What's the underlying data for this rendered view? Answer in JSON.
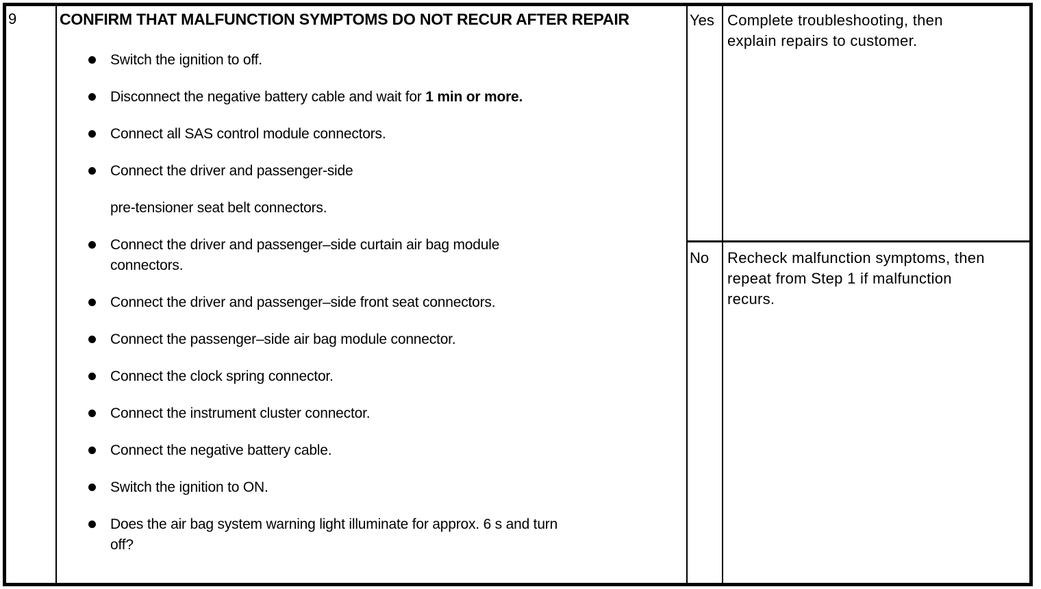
{
  "table": {
    "step_number": "9",
    "procedure": {
      "title": "CONFIRM THAT MALFUNCTION SYMPTOMS DO NOT RECUR AFTER REPAIR",
      "bullets": [
        {
          "text": "Switch the ignition to off."
        },
        {
          "text": "Disconnect the negative battery cable and wait for ",
          "bold": "1 min or more."
        },
        {
          "text": "Connect all SAS control module connectors."
        },
        {
          "text": "Connect the driver and passenger-side"
        },
        {
          "text": "pre-tensioner seat belt connectors.",
          "continuation": true
        },
        {
          "text": "Connect the driver and passenger–side curtain air bag module\nconnectors."
        },
        {
          "text": "Connect the driver and passenger–side front seat connectors."
        },
        {
          "text": "Connect the passenger–side air bag module connector."
        },
        {
          "text": "Connect the clock spring connector."
        },
        {
          "text": "Connect the instrument cluster connector."
        },
        {
          "text": "Connect the negative battery cable."
        },
        {
          "text": "Switch the ignition to ON."
        },
        {
          "text": "Does the air bag system warning light illuminate for approx. 6 s and turn\noff?"
        }
      ]
    },
    "results": [
      {
        "answer": "Yes",
        "action": "Complete troubleshooting, then\nexplain repairs to customer."
      },
      {
        "answer": "No",
        "action": "Recheck malfunction symptoms, then\nrepeat from Step 1 if malfunction\nrecurs."
      }
    ]
  }
}
